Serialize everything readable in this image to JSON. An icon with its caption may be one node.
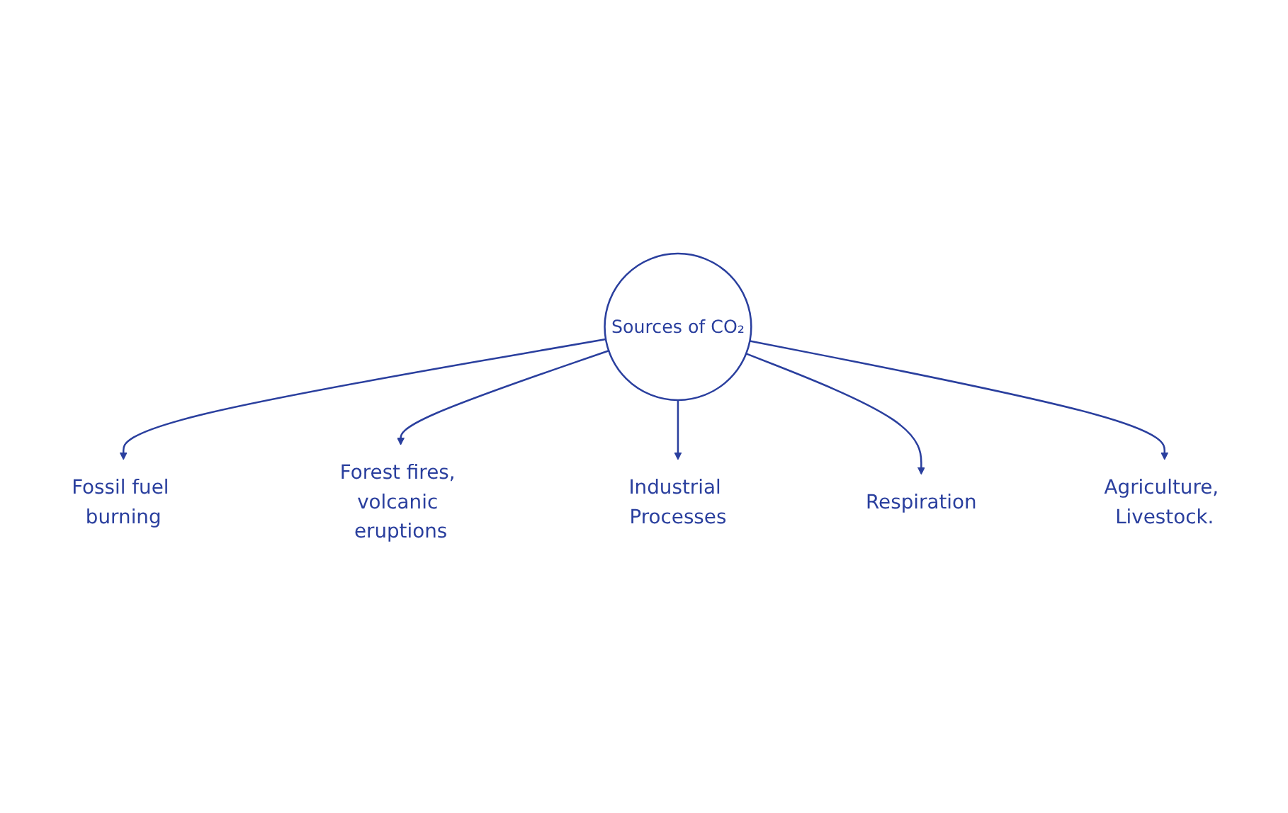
{
  "diagram": {
    "nodes": [
      {
        "text": [
          "Sources of CO₂"
        ]
      },
      {
        "text": [
          "Fossil fuel burning"
        ]
      },
      {
        "text": [
          "Forest fires, volcanic eruptions"
        ]
      },
      {
        "text": [
          "Industrial Processes"
        ]
      },
      {
        "text": [
          "Respiration"
        ]
      },
      {
        "text": [
          "Agriculture, Livestock."
        ]
      }
    ],
    "edges": [
      {
        "from": 0,
        "to": 1,
        "arrow": "to"
      },
      {
        "from": 0,
        "to": 2,
        "arrow": "to"
      },
      {
        "from": 0,
        "to": 3,
        "arrow": "to"
      },
      {
        "from": 0,
        "to": 4,
        "arrow": "to"
      },
      {
        "from": 0,
        "to": 5,
        "arrow": "to"
      }
    ]
  }
}
